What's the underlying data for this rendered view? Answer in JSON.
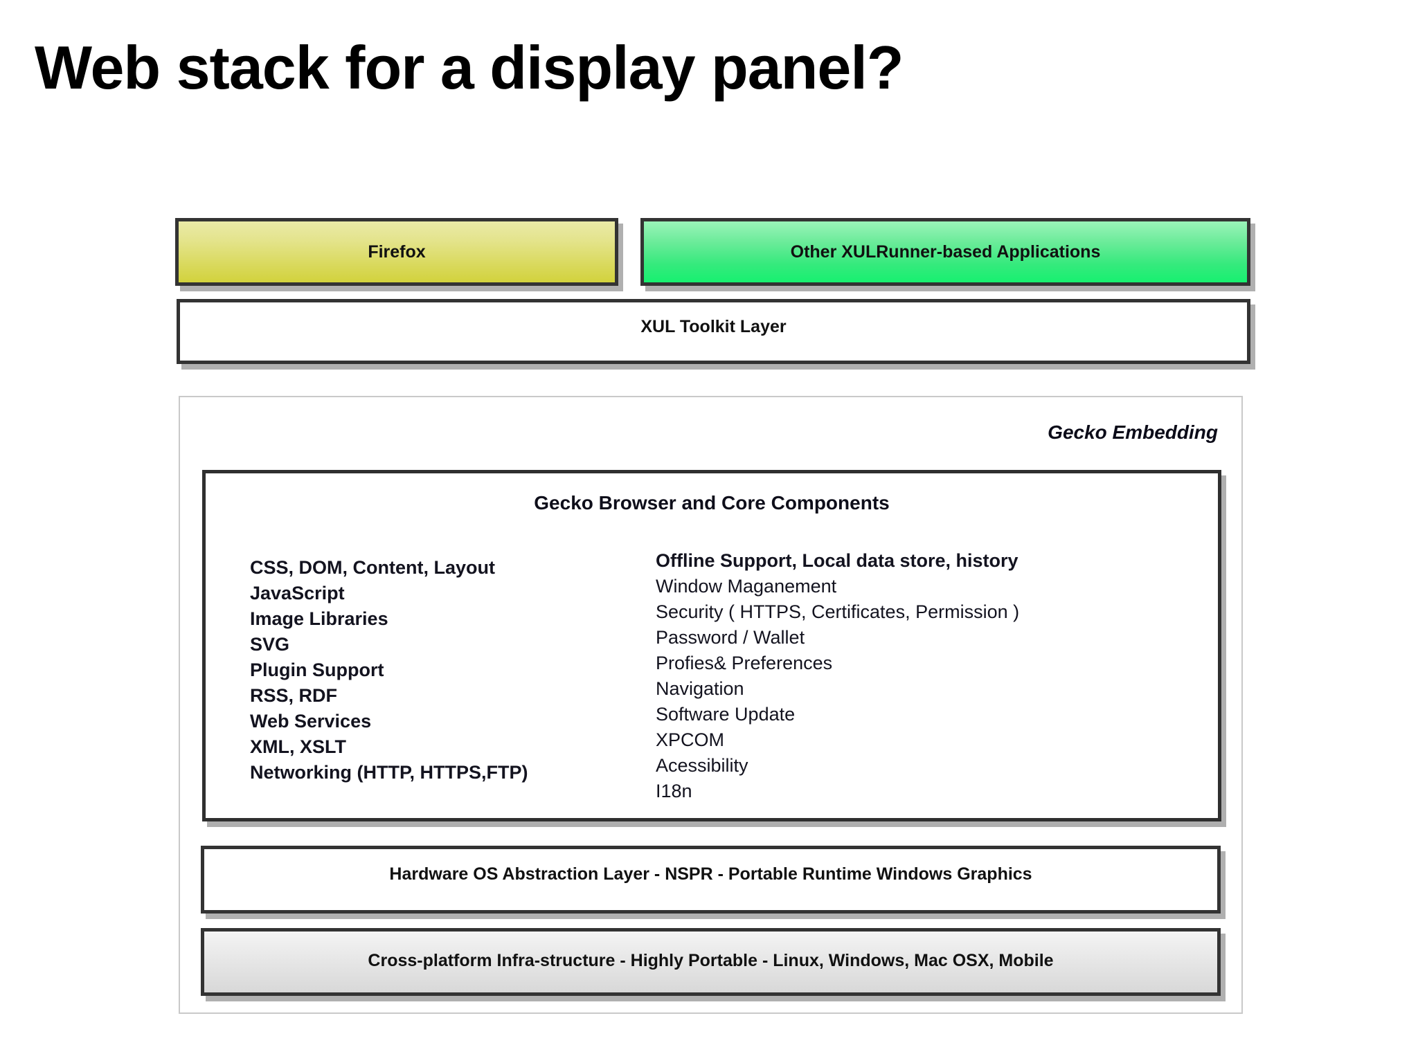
{
  "slide": {
    "title": "Web stack for a display panel?"
  },
  "diagram": {
    "application_layer": [
      {
        "id": "firefox",
        "label": "Firefox",
        "fill": "#d9d95c"
      },
      {
        "id": "xulrunner",
        "label": "Other XULRunner-based Applications",
        "fill": "#36ea7d"
      }
    ],
    "toolkit_layer": {
      "label": "XUL Toolkit Layer"
    },
    "gecko_embedding": {
      "caption": "Gecko Embedding",
      "core_box": {
        "title": "Gecko Browser and Core Components",
        "left_column": [
          {
            "text": "CSS, DOM, Content, Layout",
            "bold": true
          },
          {
            "text": "JavaScript",
            "bold": true
          },
          {
            "text": "Image Libraries",
            "bold": true
          },
          {
            "text": "SVG",
            "bold": true
          },
          {
            "text": "Plugin Support",
            "bold": true
          },
          {
            "text": "RSS, RDF",
            "bold": true
          },
          {
            "text": "Web Services",
            "bold": true
          },
          {
            "text": "XML, XSLT",
            "bold": true
          },
          {
            "text": "Networking (HTTP, HTTPS,FTP)",
            "bold": true
          }
        ],
        "right_column": [
          {
            "text": "Offline Support, Local data store, history",
            "bold": true
          },
          {
            "text": "Window Maganement",
            "bold": false
          },
          {
            "text": "Security ( HTTPS, Certificates, Permission )",
            "bold": false
          },
          {
            "text": "Password / Wallet",
            "bold": false
          },
          {
            "text": "Profies& Preferences",
            "bold": false
          },
          {
            "text": "Navigation",
            "bold": false
          },
          {
            "text": "Software Update",
            "bold": false
          },
          {
            "text": "XPCOM",
            "bold": false
          },
          {
            "text": "Acessibility",
            "bold": false
          },
          {
            "text": "I18n",
            "bold": false
          }
        ]
      },
      "hal_layer": {
        "label": "Hardware OS Abstraction Layer - NSPR - Portable Runtime Windows Graphics"
      },
      "cross_platform_layer": {
        "label": "Cross-platform Infra-structure - Highly Portable - Linux, Windows, Mac OSX, Mobile"
      }
    }
  }
}
